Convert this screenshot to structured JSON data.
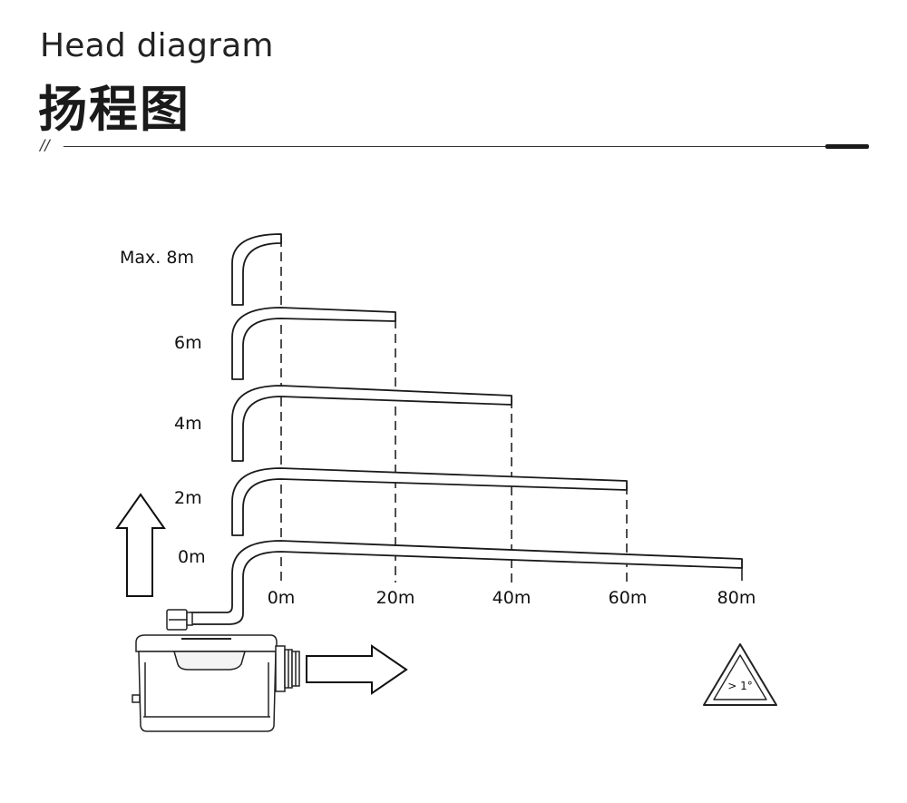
{
  "header": {
    "title_en": "Head diagram",
    "title_cn": "扬程图",
    "divider_mark": "//"
  },
  "diagram": {
    "height_labels": [
      "Max. 8m",
      "6m",
      "4m",
      "2m",
      "0m"
    ],
    "distance_labels": [
      "0m",
      "20m",
      "40m",
      "60m",
      "80m"
    ],
    "slope_warning": "> 1°"
  }
}
